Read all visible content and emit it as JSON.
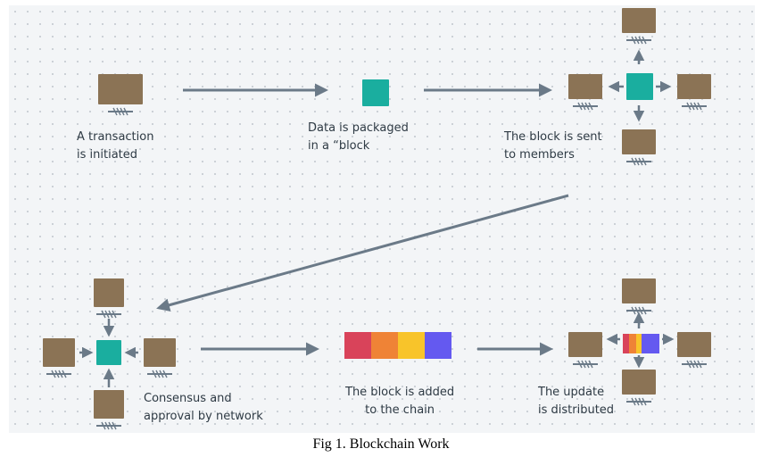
{
  "steps": [
    {
      "label": "A transaction\nis initiated"
    },
    {
      "label": "Data is packaged\nin a “block"
    },
    {
      "label": "The block is sent\nto members"
    },
    {
      "label": "Consensus and\napproval by network"
    },
    {
      "label": "The block is added\nto the chain"
    },
    {
      "label": "The update\nis distributed"
    }
  ],
  "caption": "Fig 1. Blockchain Work",
  "colors": {
    "node": "#8b7355",
    "block": "#1aae9f",
    "arrow": "#6b7a88",
    "chain": [
      "#d9435a",
      "#ef8336",
      "#f8c42a",
      "#6459f0"
    ]
  }
}
